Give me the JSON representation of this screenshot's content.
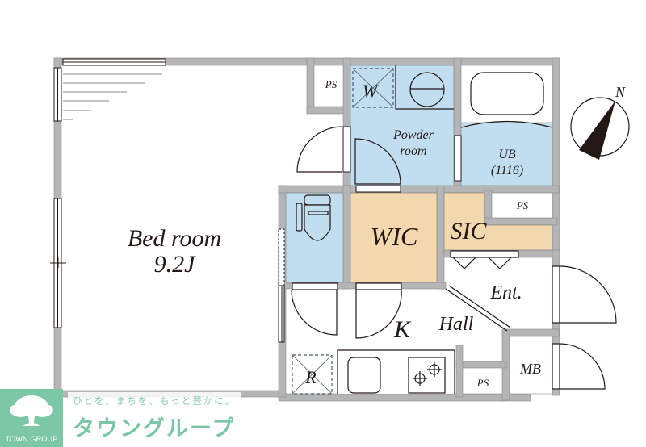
{
  "floor_plan": {
    "rooms": {
      "bedroom": {
        "name": "Bed room",
        "size": "9.2J"
      },
      "powder_room": {
        "line1": "Powder",
        "line2": "room"
      },
      "unit_bath": {
        "line1": "UB",
        "line2": "(1116)"
      },
      "wic": "WIC",
      "sic": "SIC",
      "entrance": "Ent.",
      "hall": "Hall",
      "kitchen": "K",
      "meter_box": "MB",
      "pipe_space_top": "PS",
      "pipe_space_right": "PS",
      "pipe_space_bottom": "PS",
      "washer": "W",
      "refrigerator": "R"
    },
    "compass": {
      "label": "N"
    },
    "colors": {
      "wall": "#b5b5b5",
      "wet_area": "#c1def0",
      "storage": "#f3d7ae",
      "line": "#231815",
      "brand": "#7cc7a6"
    }
  },
  "logo": {
    "brand_en": "TOWN GROUP",
    "tagline": "ひとを、まちを、もっと豊かに。",
    "brand_jp": "タウングループ"
  }
}
